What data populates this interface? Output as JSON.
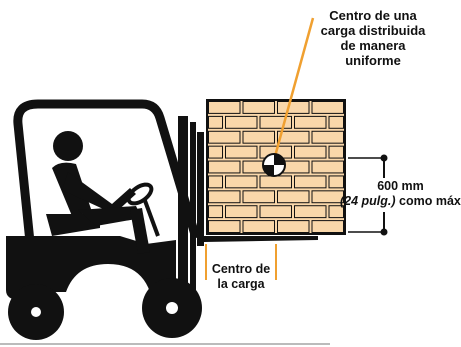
{
  "colors": {
    "accent": "#f0a030",
    "box_fill": "#f9d7aa",
    "outline": "#111111"
  },
  "labels": {
    "center_uniform_load": [
      "Centro de una",
      "carga distribuida",
      "de manera",
      "uniforme"
    ],
    "load_center": [
      "Centro de",
      "la carga"
    ],
    "distance_value": "600 mm",
    "distance_inches": "(24 pulg.)",
    "distance_suffix": " como máx."
  },
  "icons": {
    "operator": "operator-figure-icon",
    "forklift": "forklift-icon",
    "center_of_gravity": "center-of-gravity-icon"
  }
}
